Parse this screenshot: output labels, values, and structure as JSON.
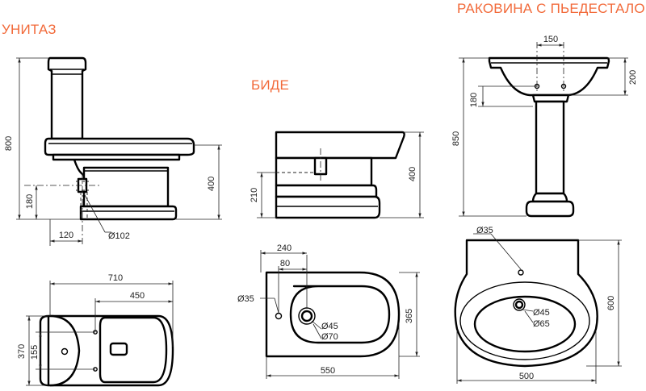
{
  "titles": {
    "toilet": "УНИТАЗ",
    "bidet": "БИДЕ",
    "basin": "РАКОВИНА С ПЬЕДЕСТАЛОМ"
  },
  "toilet": {
    "side": {
      "height_total": "800",
      "bowl_height": "400",
      "outlet_height": "180",
      "outlet_offset": "120",
      "outlet_diameter": "Ø102"
    },
    "top": {
      "length": "710",
      "holes_spacing": "450",
      "width": "370",
      "holes_width": "155"
    }
  },
  "bidet": {
    "side": {
      "height": "400",
      "inlet_height": "210"
    },
    "top": {
      "hole_offset": "240",
      "inner_offset": "80",
      "hole_diameter": "Ø35",
      "drain_inner": "Ø45",
      "drain_outer": "Ø70",
      "width": "365",
      "length": "550"
    }
  },
  "basin": {
    "side": {
      "tap_spacing": "150",
      "bowl_depth": "200",
      "pedestal_to_bowl": "180",
      "height": "850"
    },
    "top": {
      "tap_hole": "Ø35",
      "drain_inner": "Ø45",
      "drain_outer": "Ø65",
      "depth": "600",
      "width": "500"
    }
  }
}
